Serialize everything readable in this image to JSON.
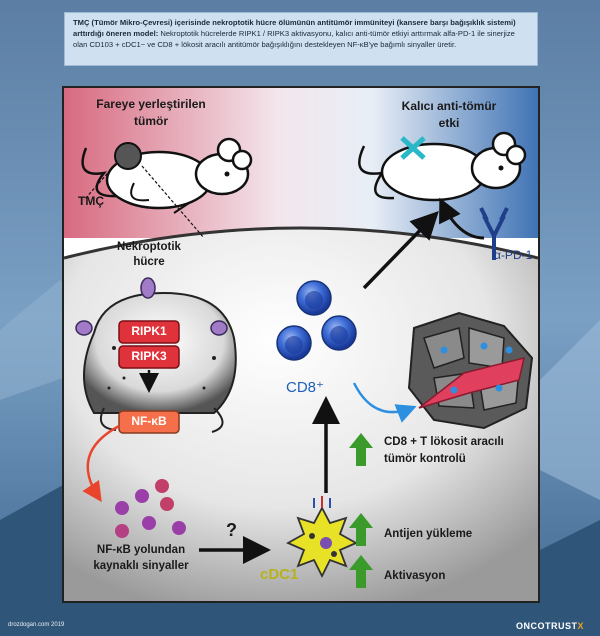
{
  "caption": {
    "lead": "TMÇ (Tümör Mikro-Çevresi) içerisinde nekroptotik hücre ölümünün antitümör immüniteyi (kansere barşı bağışıklık sistemi) arttırdığı öneren model:",
    "body": " Nekroptotik hücrelerde RIPK1 / RIPK3 aktivasyonu, kalıcı anti-tümör etkiyi arttırmak alfa-PD-1 ile sinerjize olan CD103 + cDC1− ve CD8 + lökosit aracılı antitümör bağışıklığını destekleyen NF-κB'ye bağımlı sinyaller üretir."
  },
  "labels": {
    "mouse_left_title": "Fareye yerleştirilen tümör",
    "tmc": "TMÇ",
    "mouse_right_title": "Kalıcı anti-tömür etki",
    "anti_pd1": "α-PD-1",
    "necroptotic_cell": "Nekroptotik hücre",
    "ripk1": "RIPK1",
    "ripk3": "RIPK3",
    "nfkb": "NF-κB",
    "nfkb_signals": "NF-κB yolundan kaynaklı sinyaller",
    "question": "?",
    "cdc1": "cDC1",
    "cd8": "CD8⁺",
    "cd8_effect": "CD8 + T lökosit aracılı tümör kontrolü",
    "antigen_loading": "Antijen yükleme",
    "activation": "Aktivasyon"
  },
  "footer": {
    "credit": "drozdogan.com 2019",
    "brand_main": "ONCOTRUST",
    "brand_accent": "X"
  },
  "colors": {
    "cd8_blue": "#1f5fb8",
    "cdc1_yellow": "#e8e227",
    "ripk_red": "#e0323a",
    "nfkb_orange": "#f5704a",
    "arrow_green": "#3a9a2a",
    "signal_purple": "#9b3fa8"
  }
}
